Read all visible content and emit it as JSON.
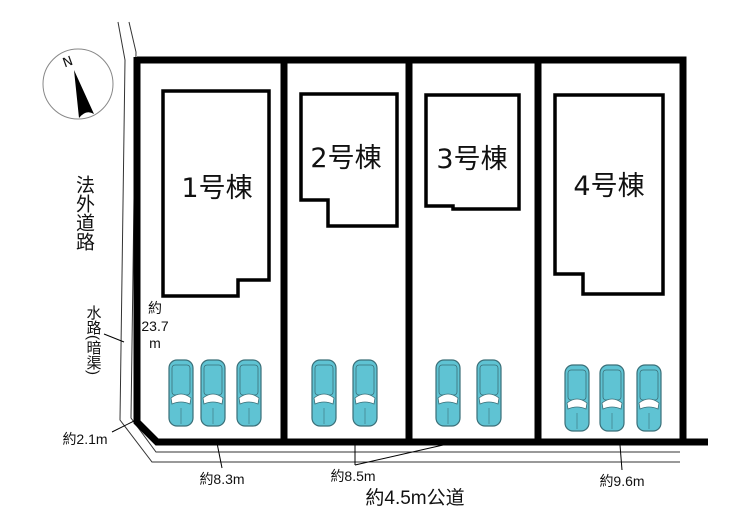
{
  "compass": {
    "north_label": "N"
  },
  "buildings": [
    {
      "label": "1号棟"
    },
    {
      "label": "2号棟"
    },
    {
      "label": "3号棟"
    },
    {
      "label": "4号棟"
    }
  ],
  "parking": [
    3,
    2,
    2,
    3
  ],
  "labels": {
    "side_road": "法外道路",
    "waterway": "水路(暗渠)",
    "depth_prefix": "約",
    "depth_value": "23.7",
    "depth_unit": "m",
    "corner": "約2.1m",
    "frontage_1": "約8.3m",
    "frontage_2_3": "約8.5m",
    "frontage_4": "約9.6m",
    "public_road": "約4.5m公道"
  },
  "colors": {
    "car_body": "#5fc3d3",
    "car_outline": "#3a6f78",
    "lines": "#000000"
  }
}
